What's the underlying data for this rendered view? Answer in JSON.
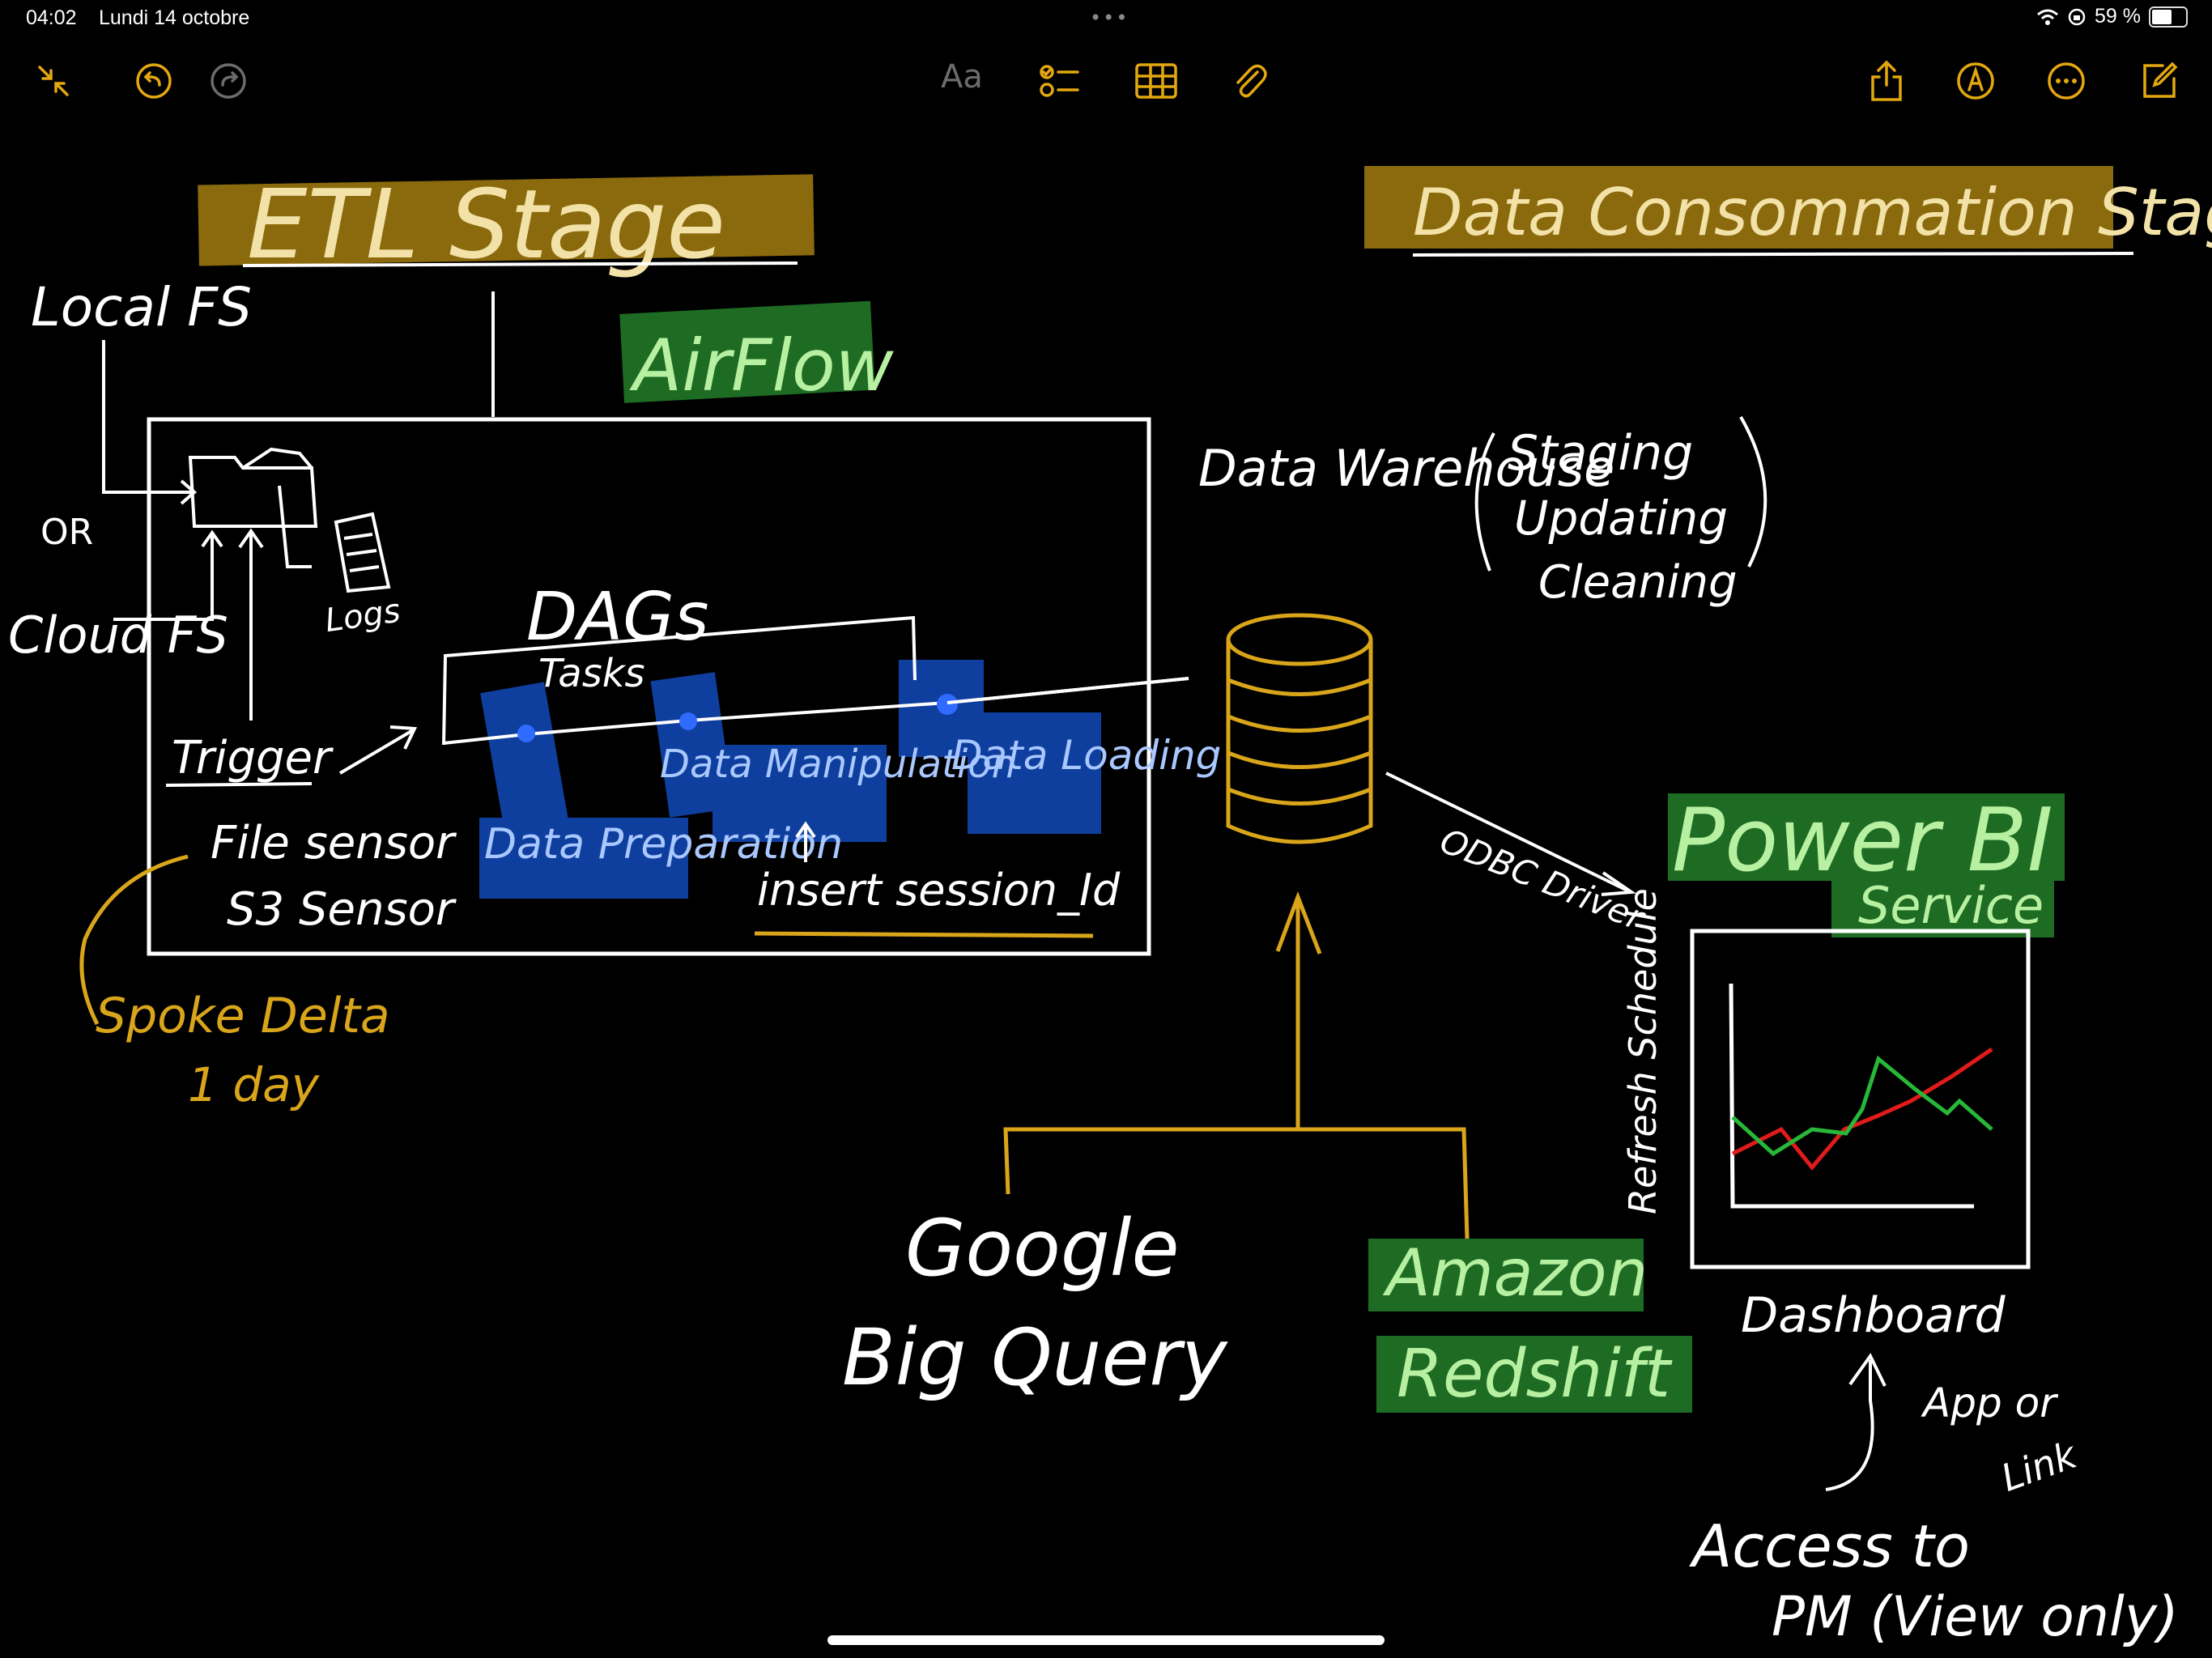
{
  "status_bar": {
    "time": "04:02",
    "date": "Lundi 14 octobre",
    "battery": "59 %",
    "more": "•••"
  },
  "toolbar": {
    "format_label": "Aa"
  },
  "note": {
    "headings": {
      "etl": "ETL Stage",
      "consumption": "Data Consommation Stage"
    },
    "etl": {
      "local_fs": "Local FS",
      "or": "OR",
      "cloud_fs": "Cloud FS",
      "logs": "Logs",
      "airflow": "AirFlow",
      "dags": "DAGs",
      "tasks": "Tasks",
      "trigger": "Trigger",
      "sensor1": "File sensor",
      "sensor2": "S3 Sensor",
      "task1": "Data Preparation",
      "task2": "Data Manipulation",
      "task3": "Data Loading",
      "insert": "insert session_Id",
      "spoke_delta": "Spoke Delta",
      "one_day": "1 day"
    },
    "warehouse": {
      "title": "Data Warehouse",
      "staging": "Staging",
      "updating": "Updating",
      "cleaning": "Cleaning",
      "odbc": "ODBC Driver",
      "google": "Google",
      "bigquery": "Big Query",
      "amazon": "Amazon",
      "redshift": "Redshift"
    },
    "bi": {
      "power_bi": "Power BI",
      "service": "Service",
      "refresh": "Refresh Schedule",
      "dashboard": "Dashboard",
      "app_or": "App or",
      "link": "Link",
      "access": "Access to",
      "pm": "PM (View only)"
    }
  },
  "colors": {
    "ink_white": "#ffffff",
    "ink_yellow": "#d9a51a",
    "highlight_yellow": "#8a6a0c",
    "highlight_green": "#1e6b24",
    "highlight_blue": "#0f3f9e",
    "green_text": "#b7f0a0",
    "blue_text": "#a9c8ff",
    "toolbar_accent": "#e3a70f",
    "chart_red": "#e01b1b",
    "chart_green": "#27b83a"
  }
}
